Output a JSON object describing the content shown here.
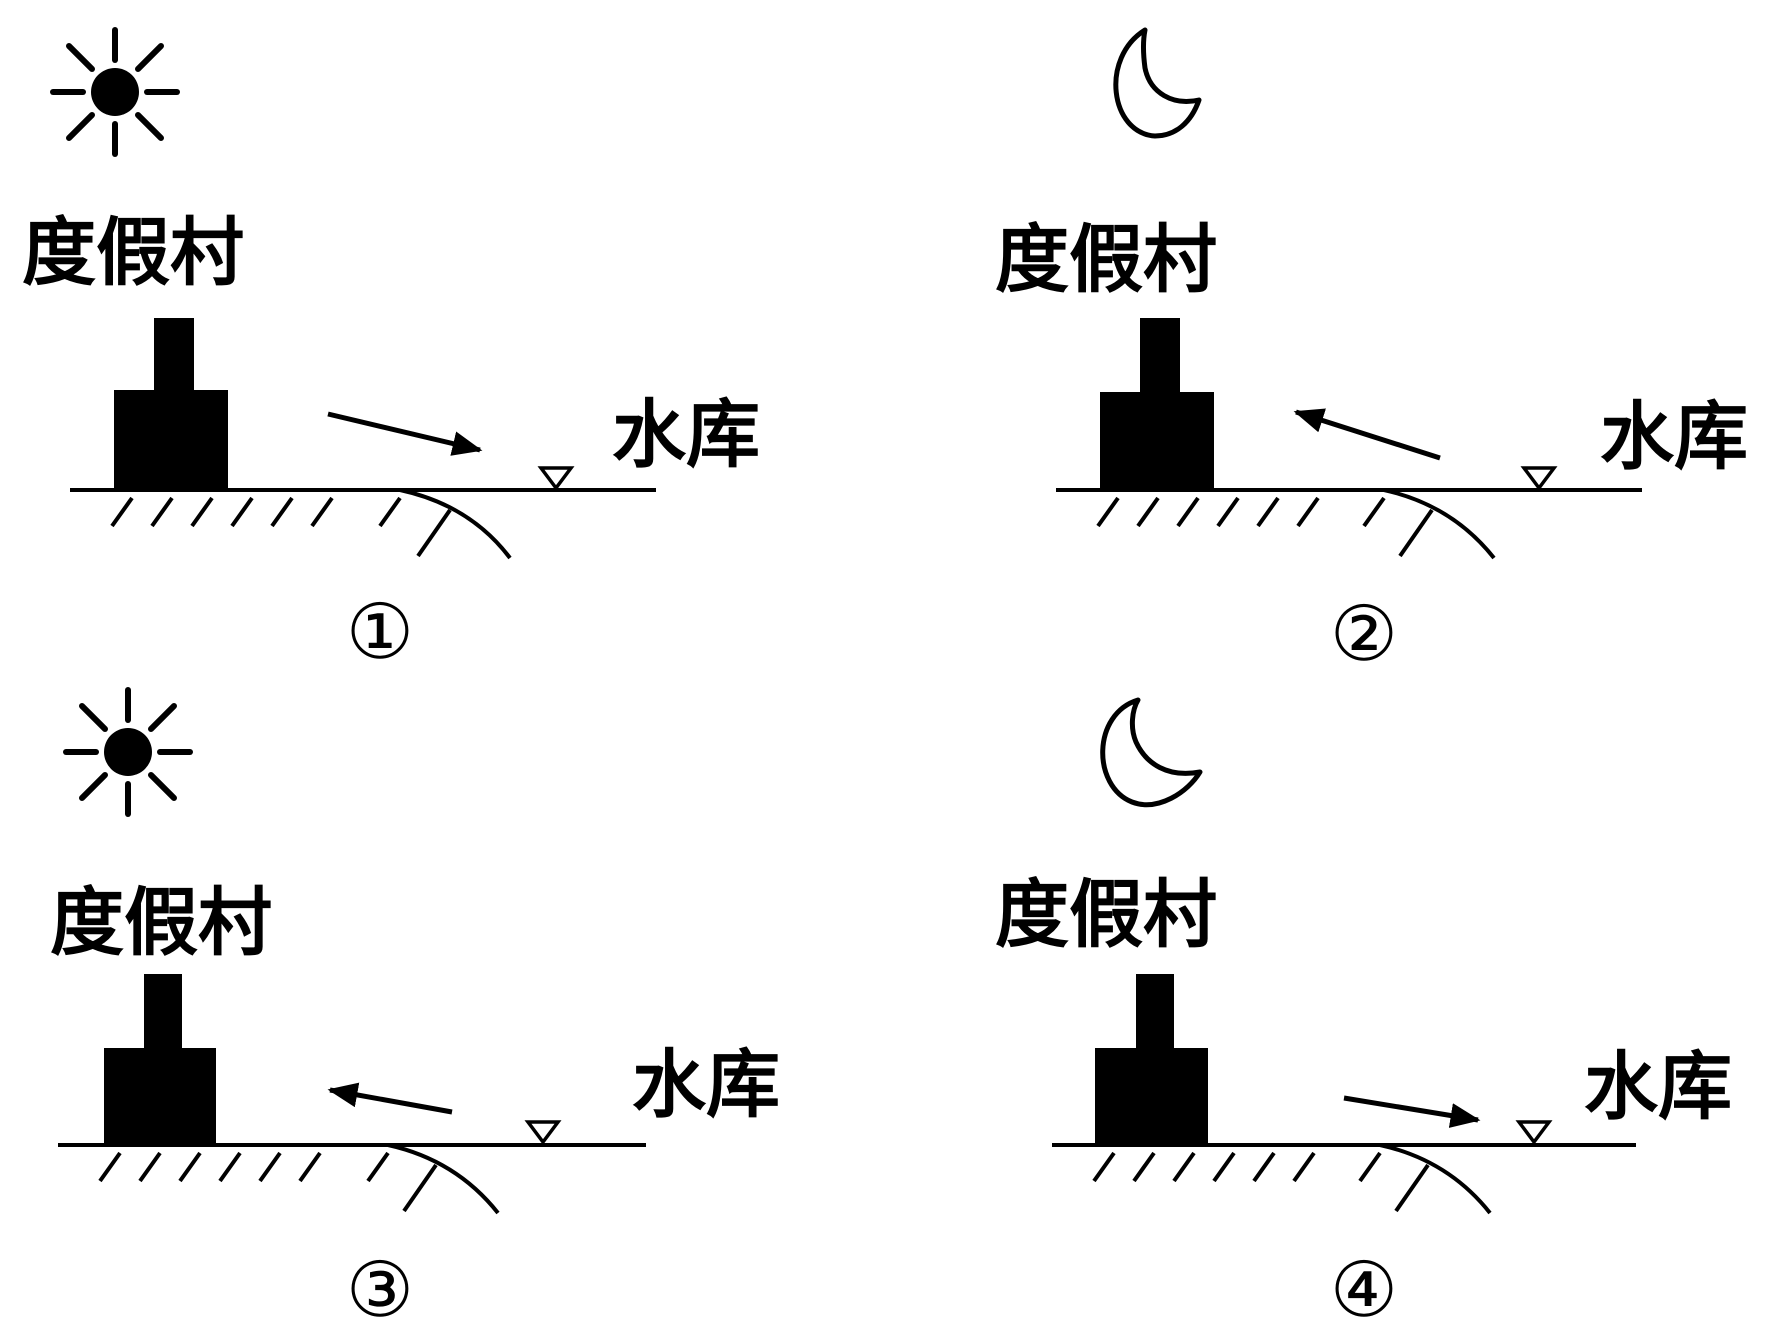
{
  "colors": {
    "ink": "#000000",
    "background": "#ffffff"
  },
  "panels": [
    {
      "id": "1",
      "sky_icon": "sun-icon",
      "resort_label": "度假村",
      "reservoir_label": "水库",
      "panel_number": "①",
      "wind_direction": "resort-to-reservoir"
    },
    {
      "id": "2",
      "sky_icon": "moon-icon",
      "resort_label": "度假村",
      "reservoir_label": "水库",
      "panel_number": "②",
      "wind_direction": "reservoir-to-resort"
    },
    {
      "id": "3",
      "sky_icon": "sun-icon",
      "resort_label": "度假村",
      "reservoir_label": "水库",
      "panel_number": "③",
      "wind_direction": "reservoir-to-resort"
    },
    {
      "id": "4",
      "sky_icon": "moon-icon",
      "resort_label": "度假村",
      "reservoir_label": "水库",
      "panel_number": "④",
      "wind_direction": "resort-to-reservoir"
    }
  ]
}
